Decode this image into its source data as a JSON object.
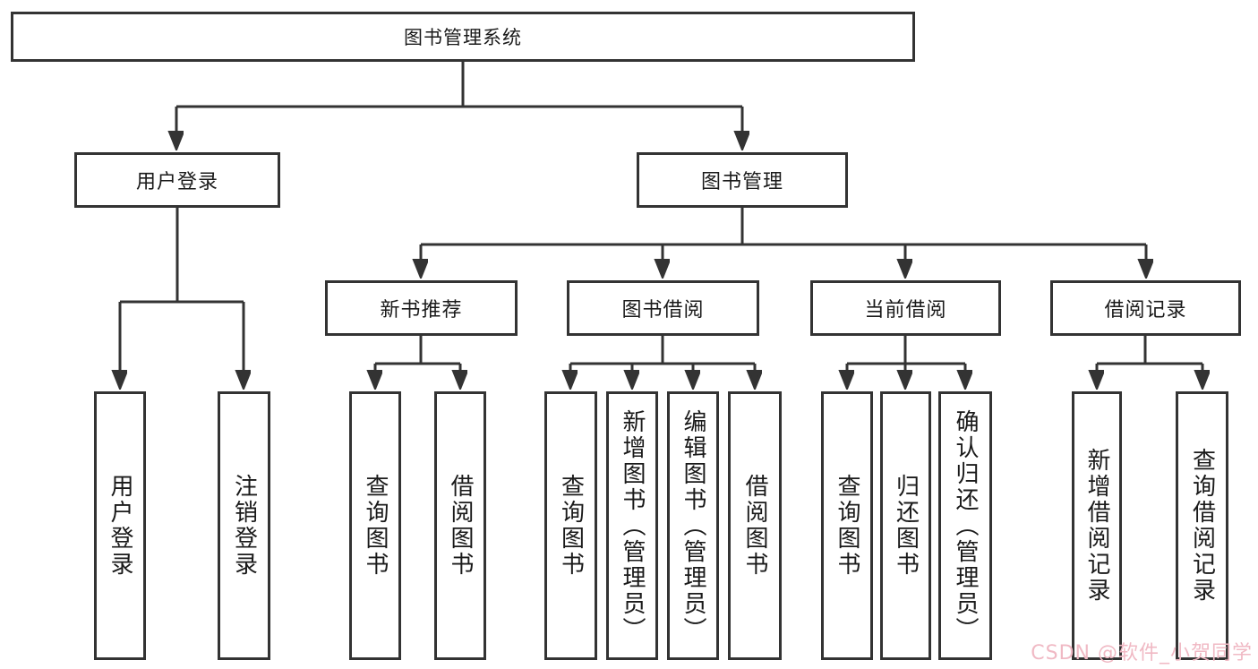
{
  "diagram_type": "functional-structure-tree",
  "tree": {
    "label": "图书管理系统",
    "children": [
      {
        "label": "用户登录",
        "children": [
          {
            "label": "用户登录"
          },
          {
            "label": "注销登录"
          }
        ]
      },
      {
        "label": "图书管理",
        "children": [
          {
            "label": "新书推荐",
            "children": [
              {
                "label": "查询图书"
              },
              {
                "label": "借阅图书"
              }
            ]
          },
          {
            "label": "图书借阅",
            "children": [
              {
                "label": "查询图书"
              },
              {
                "label": "新增图书（管理员）"
              },
              {
                "label": "编辑图书（管理员）"
              },
              {
                "label": "借阅图书"
              }
            ]
          },
          {
            "label": "当前借阅",
            "children": [
              {
                "label": "查询图书"
              },
              {
                "label": "归还图书"
              },
              {
                "label": "确认归还（管理员）"
              }
            ]
          },
          {
            "label": "借阅记录",
            "children": [
              {
                "label": "新增借阅记录"
              },
              {
                "label": "查询借阅记录"
              }
            ]
          }
        ]
      }
    ]
  },
  "watermark": {
    "text": "CSDN @软件_小贺同学"
  },
  "colors": {
    "line": "#333333",
    "text": "#1a1a1a",
    "watermark": "#f0b9c4",
    "background": "#ffffff"
  }
}
